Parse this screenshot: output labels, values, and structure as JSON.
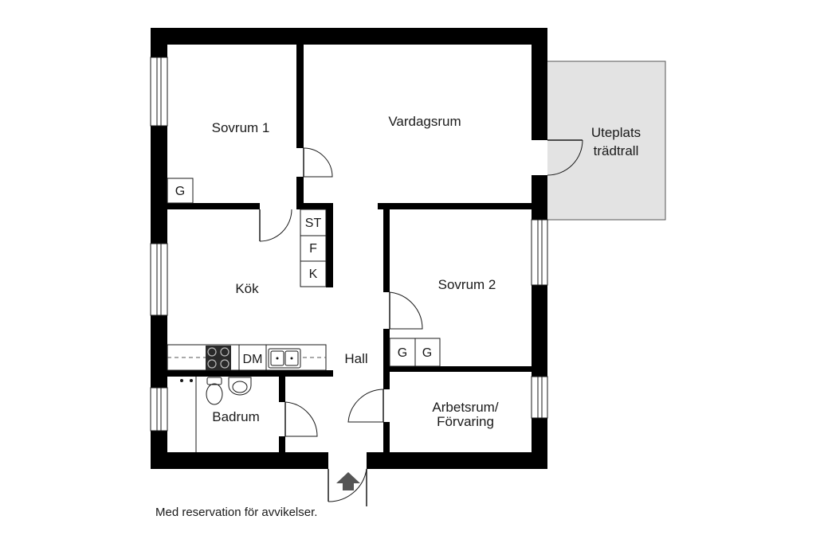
{
  "rooms": {
    "sovrum1": "Sovrum 1",
    "vardagsrum": "Vardagsrum",
    "uteplats_line1": "Uteplats",
    "uteplats_line2": "trädtrall",
    "kok": "Kök",
    "sovrum2": "Sovrum 2",
    "hall": "Hall",
    "badrum": "Badrum",
    "arbetsrum_line1": "Arbetsrum/",
    "arbetsrum_line2": "Förvaring"
  },
  "fixtures": {
    "st": "ST",
    "f": "F",
    "k": "K",
    "dm": "DM",
    "g_sovrum1": "G",
    "g_hall_1": "G",
    "g_hall_2": "G"
  },
  "footer": {
    "disclaimer": "Med reservation för avvikelser."
  },
  "colors": {
    "wall": "#000000",
    "terrace": "#e3e3e3",
    "background": "#ffffff"
  },
  "icons": {
    "entrance": "entrance-arrow-icon",
    "stove": "stove-icon",
    "sink": "sink-icon",
    "toilet": "toilet-icon",
    "washbasin": "washbasin-icon"
  }
}
